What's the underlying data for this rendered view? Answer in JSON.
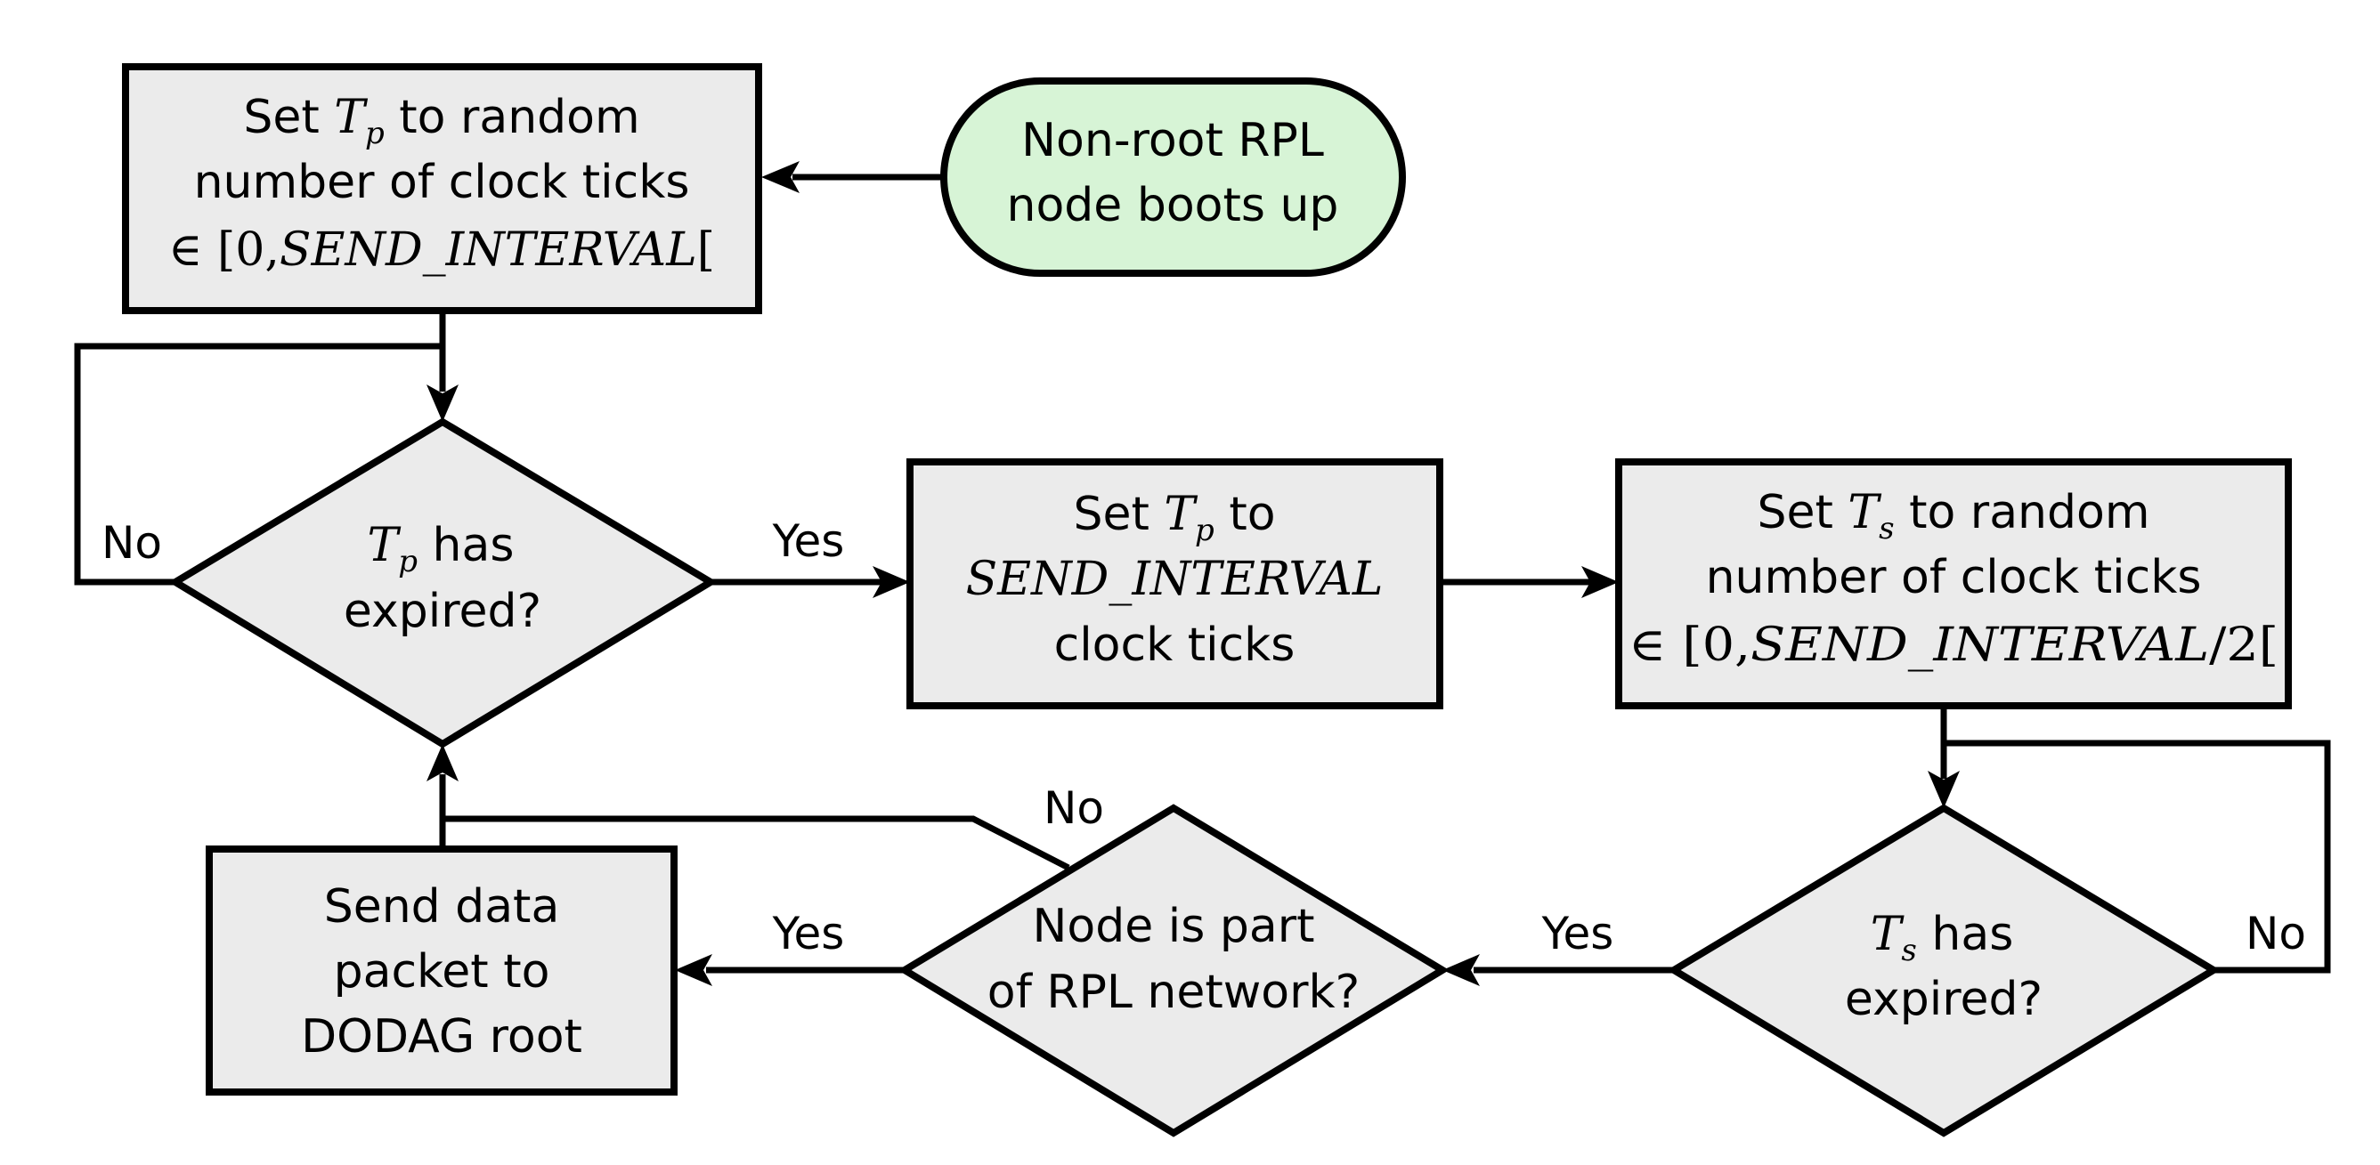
{
  "start": {
    "line1": "Non-root RPL",
    "line2": "node boots up"
  },
  "init_tp": {
    "l1_pre": "Set ",
    "var": "T",
    "sub": "p",
    "l1_post": " to random",
    "l2": "number of clock ticks",
    "l3_sym": "∈ [0,",
    "l3_name": "SEND_INTERVAL",
    "l3_end": "["
  },
  "tp_check": {
    "var": "T",
    "sub": "p",
    "l1_post": " has",
    "l2": "expired?"
  },
  "reset_tp": {
    "l1_pre": "Set ",
    "var": "T",
    "sub": "p",
    "l1_post": " to",
    "l2": "SEND_INTERVAL",
    "l3": "clock ticks"
  },
  "set_ts": {
    "l1_pre": "Set ",
    "var": "T",
    "sub": "s",
    "l1_post": " to random",
    "l2": "number of clock ticks",
    "l3_sym": "∈ [0,",
    "l3_name": "SEND_INTERVAL",
    "l3_end": "/2["
  },
  "ts_check": {
    "var": "T",
    "sub": "s",
    "l1_post": " has",
    "l2": "expired?"
  },
  "rpl_check": {
    "l1": "Node is part",
    "l2": "of RPL network?"
  },
  "send": {
    "l1": "Send data",
    "l2": "packet to",
    "l3": "DODAG root"
  },
  "labels": {
    "tp_no": "No",
    "tp_yes": "Yes",
    "rpl_no": "No",
    "rpl_yes": "Yes",
    "ts_yes": "Yes",
    "ts_no": "No"
  }
}
